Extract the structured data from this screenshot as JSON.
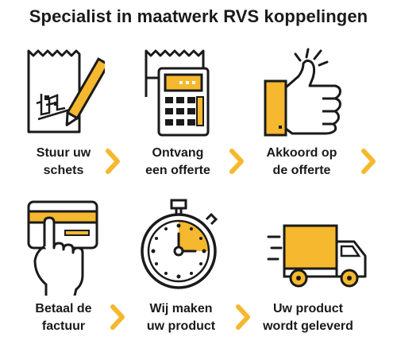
{
  "title": "Specialist in maatwerk RVS koppelingen",
  "colors": {
    "accent": "#F5B82E",
    "line": "#1a1a1a"
  },
  "steps": [
    {
      "icon": "sketch-pencil-icon",
      "label": "Stuur uw\nschets"
    },
    {
      "icon": "calculator-receipt-icon",
      "label": "Ontvang\neen offerte"
    },
    {
      "icon": "thumbs-up-icon",
      "label": "Akkoord op\nde offerte"
    },
    {
      "icon": "card-payment-icon",
      "label": "Betaal de\nfactuur"
    },
    {
      "icon": "stopwatch-icon",
      "label": "Wij maken\nuw product"
    },
    {
      "icon": "delivery-truck-icon",
      "label": "Uw product\nwordt geleverd"
    }
  ]
}
